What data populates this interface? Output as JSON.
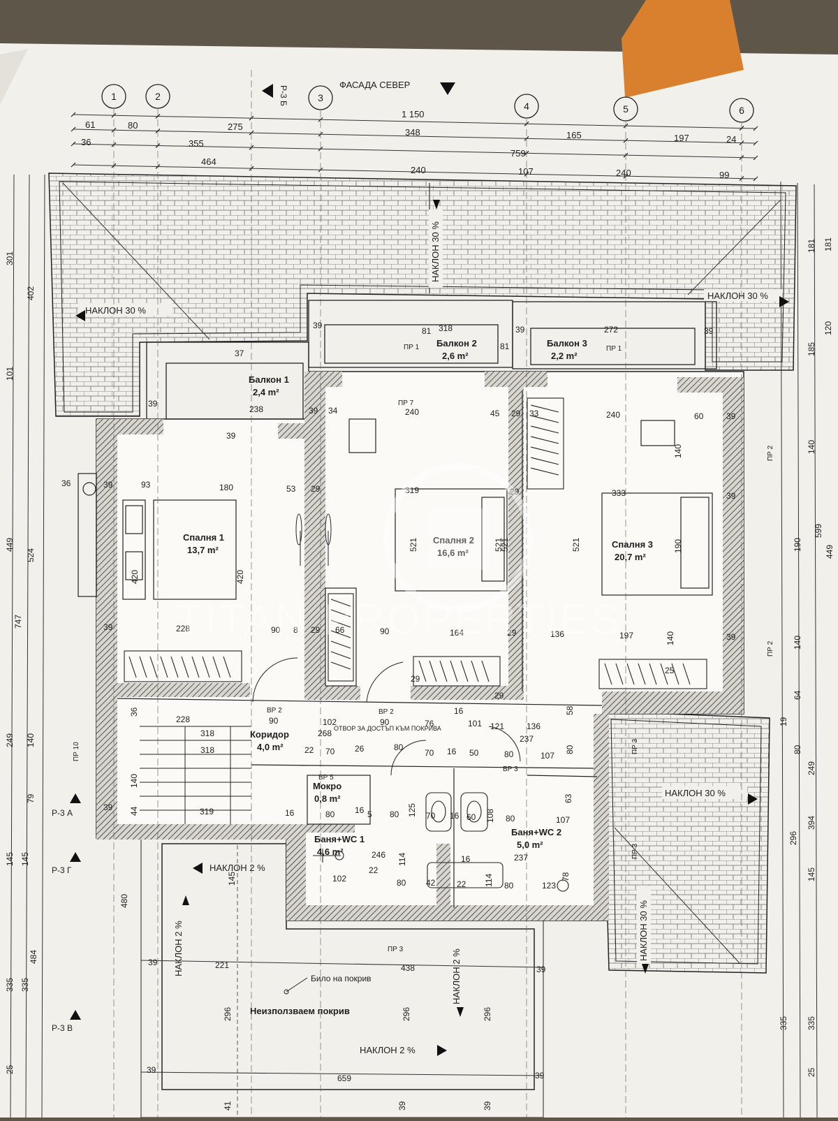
{
  "sheet": {
    "facade_label": "ФАСАДА СЕВЕР",
    "section_marker": "Р-3 Б",
    "section_labels": [
      "Р-3 А",
      "Р-3 Г",
      "Р-3 В"
    ],
    "watermark": "TITAN PROPERTIES",
    "colors": {
      "paper": "#f1f0ea",
      "ink": "#1e1e1e",
      "tape": "#d9802e",
      "background": "#5e5648"
    }
  },
  "axes": [
    "1",
    "2",
    "3",
    "4",
    "5",
    "6"
  ],
  "top_dims": {
    "row1": [
      "1 150"
    ],
    "row2": [
      "61",
      "80",
      "275",
      "348",
      "165",
      "197",
      "24"
    ],
    "row3": [
      "36",
      "355",
      "759"
    ],
    "row4": [
      "464",
      "240",
      "107",
      "240",
      "99"
    ]
  },
  "left_dims": [
    "301",
    "402",
    "101",
    "449",
    "524",
    "747",
    "249",
    "140",
    "79",
    "145",
    "145",
    "480",
    "484",
    "335",
    "335",
    "25"
  ],
  "right_dims": [
    "181",
    "181",
    "120",
    "185",
    "140",
    "190",
    "599",
    "449",
    "140",
    "64",
    "19",
    "80",
    "249",
    "394",
    "296",
    "145",
    "335",
    "335",
    "25"
  ],
  "rooms": [
    {
      "name": "Балкон 1",
      "area": "2,4 m²"
    },
    {
      "name": "Балкон 2",
      "area": "2,6 m²"
    },
    {
      "name": "Балкон 3",
      "area": "2,2 m²"
    },
    {
      "name": "Спалня 1",
      "area": "13,7 m²"
    },
    {
      "name": "Спалня 2",
      "area": "16,6 m²"
    },
    {
      "name": "Спалня 3",
      "area": "20,7 m²"
    },
    {
      "name": "Коридор",
      "area": "4,0 m²"
    },
    {
      "name": "Мокро",
      "area": "0,8 m²"
    },
    {
      "name": "Баня+WC 1",
      "area": "4,6 m²"
    },
    {
      "name": "Баня+WC 2",
      "area": "5,0 m²"
    }
  ],
  "roof": {
    "slope_30": "НАКЛОН 30 %",
    "slope_2": "НАКЛОН 2 %",
    "unused_roof": "Неизползваем покрив",
    "ridge_label": "Било на покрив",
    "hatch_opening": "ОТВОР ЗА ДОСТЪП КЪМ ПОКРИВА"
  },
  "interior_dims": {
    "balcony_row": [
      "39",
      "318",
      "39",
      "272",
      "39",
      "37",
      "39",
      "238",
      "39",
      "81",
      "81"
    ],
    "north_wall": [
      "39",
      "34",
      "240",
      "45",
      "29",
      "33",
      "240",
      "60",
      "39"
    ],
    "bedroom_row": [
      "36",
      "39",
      "93",
      "180",
      "53",
      "29",
      "319",
      "29",
      "333",
      "39"
    ],
    "bedroom_heights": [
      "420",
      "420",
      "521",
      "521",
      "521",
      "521",
      "190",
      "140"
    ],
    "lower_row": [
      "39",
      "228",
      "90",
      "8",
      "29",
      "66",
      "90",
      "164",
      "29",
      "136",
      "197",
      "140",
      "39",
      "25",
      "29",
      "29"
    ],
    "corridor": [
      "228",
      "318",
      "318",
      "268",
      "102",
      "90",
      "90",
      "76",
      "101",
      "121",
      "136",
      "237",
      "22",
      "70",
      "26",
      "80",
      "70",
      "16",
      "50",
      "80",
      "107",
      "80",
      "36",
      "140",
      "319",
      "16",
      "44",
      "39",
      "58",
      "16"
    ],
    "wet_rooms": [
      "80",
      "16",
      "5",
      "80",
      "125",
      "70",
      "16",
      "60",
      "108",
      "80",
      "107",
      "63",
      "246",
      "22",
      "102",
      "80",
      "42",
      "22",
      "114",
      "80",
      "123",
      "78",
      "237",
      "114",
      "16"
    ],
    "south": [
      "39",
      "221",
      "438",
      "39",
      "296",
      "296",
      "296",
      "659",
      "39",
      "39",
      "41",
      "39",
      "39",
      "145"
    ]
  },
  "openings": [
    "ВР 2",
    "ВР 2",
    "ВР 3",
    "ВР 5",
    "ПР 1",
    "ПР 1",
    "ПР 7",
    "ПР 2",
    "ПР 2",
    "ПР 3",
    "ПР 3",
    "ПР 3",
    "ПР 10"
  ]
}
